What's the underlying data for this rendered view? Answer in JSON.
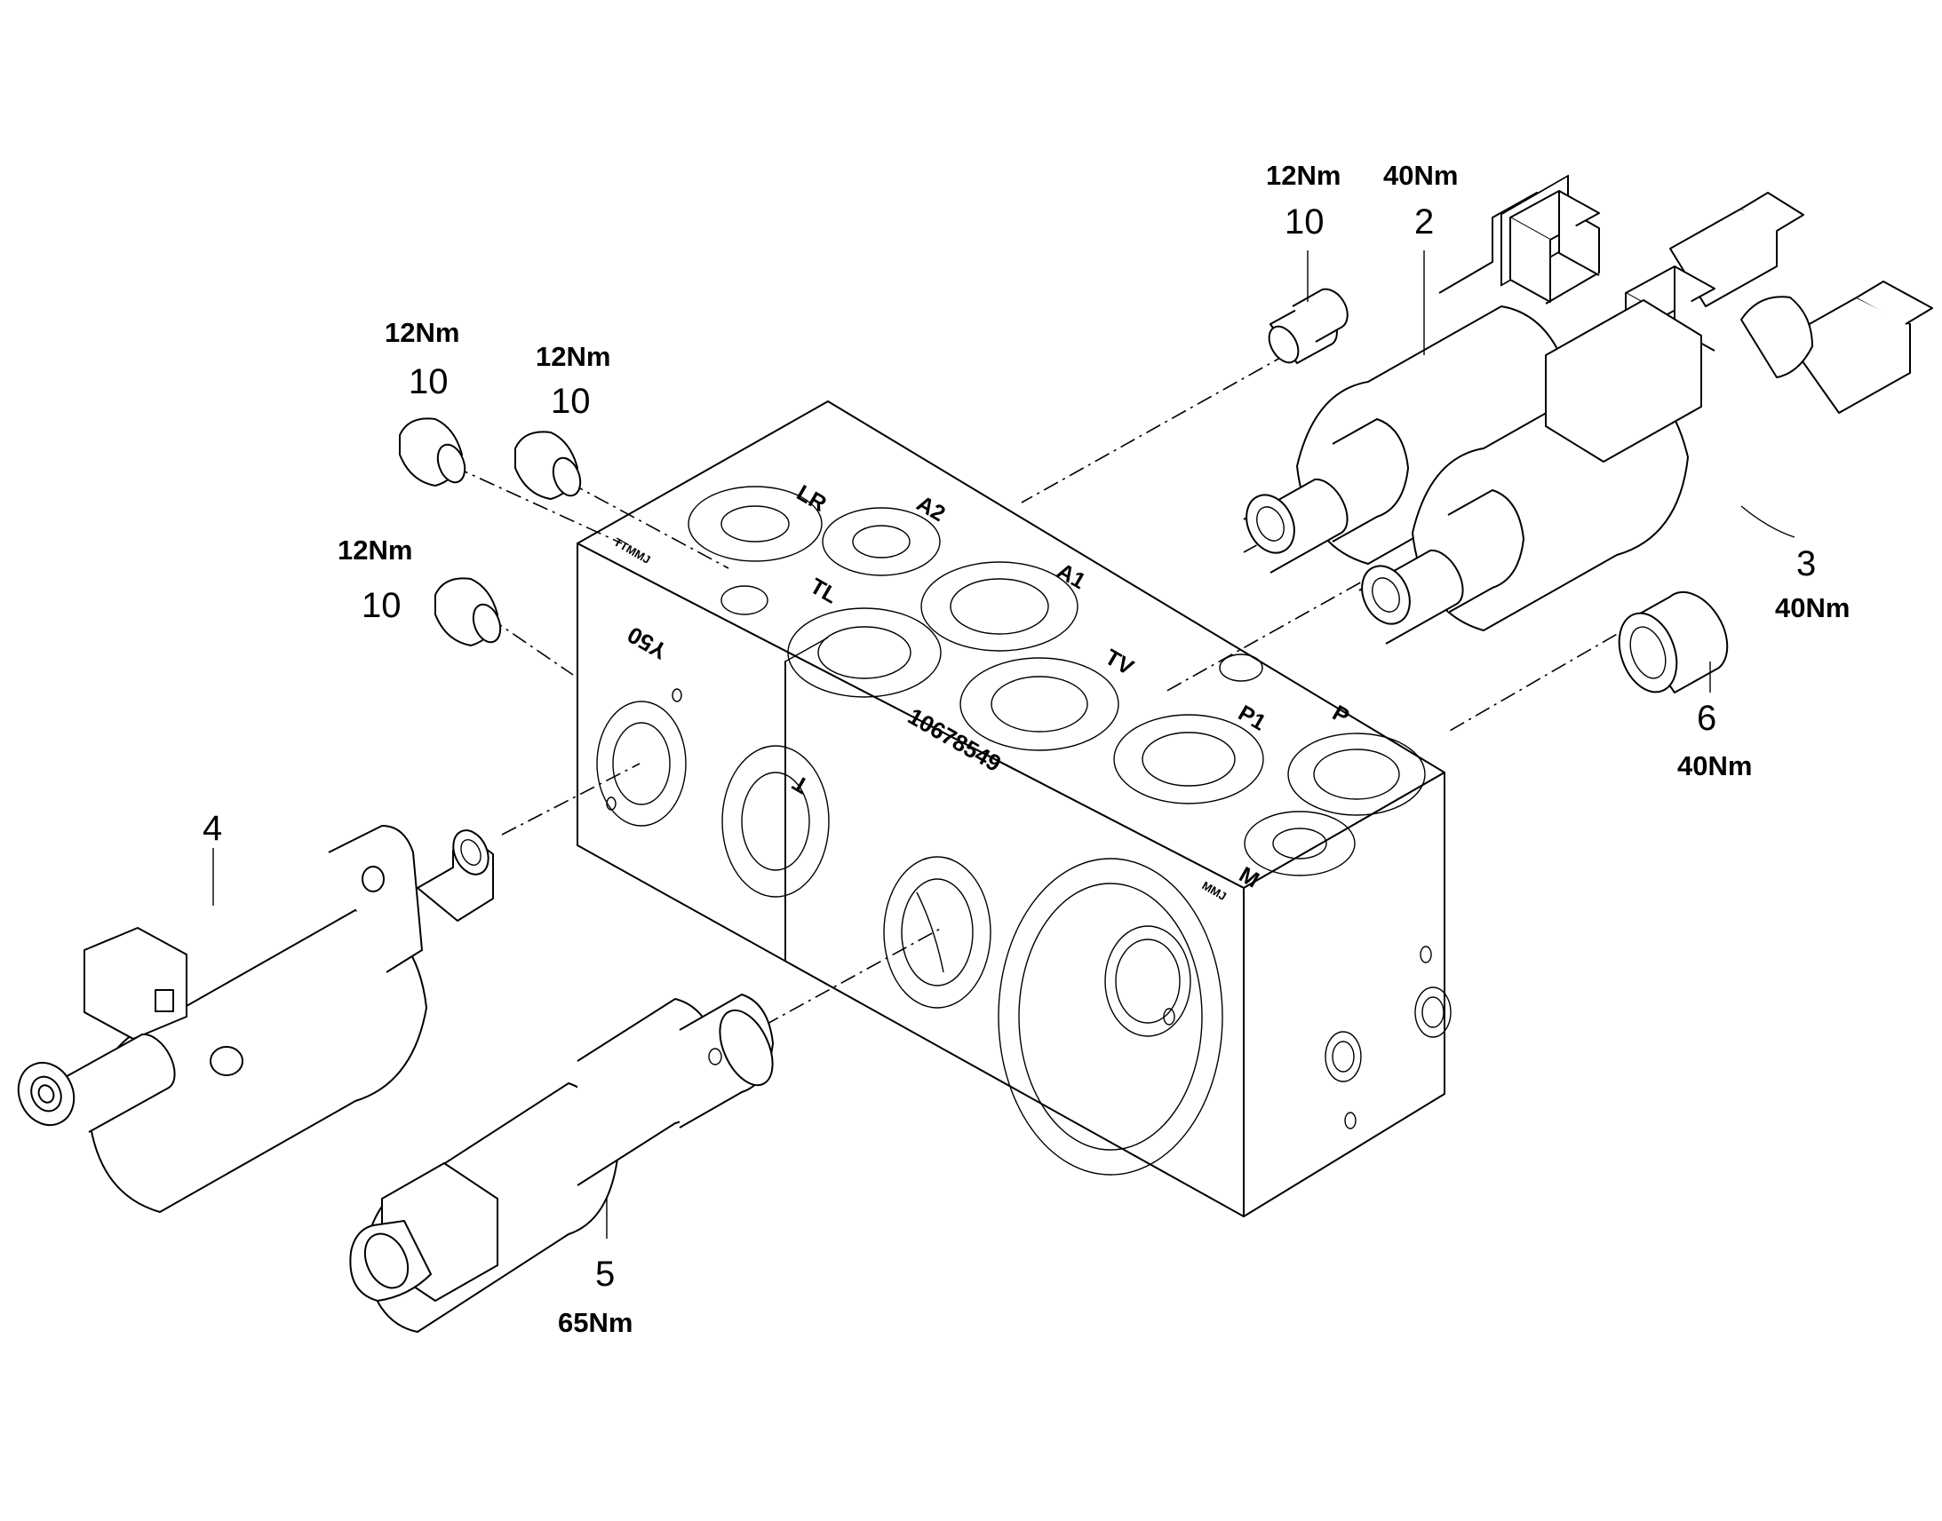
{
  "callouts": {
    "plug_top": {
      "number": "10",
      "torque": "12Nm"
    },
    "valve_2": {
      "number": "2",
      "torque": "40Nm"
    },
    "plug_left_1": {
      "number": "10",
      "torque": "12Nm"
    },
    "plug_left_2": {
      "number": "10",
      "torque": "12Nm"
    },
    "plug_left_3": {
      "number": "10",
      "torque": "12Nm"
    },
    "valve_3": {
      "number": "3",
      "torque": "40Nm"
    },
    "plug_6": {
      "number": "6",
      "torque": "40Nm"
    },
    "valve_4": {
      "number": "4"
    },
    "valve_5": {
      "number": "5",
      "torque": "65Nm"
    }
  },
  "block": {
    "ports": {
      "LR": "LR",
      "A2": "A2",
      "A1": "A1",
      "TL": "TL",
      "TV": "TV",
      "P1": "P1",
      "P": "P",
      "M": "M",
      "T": "T"
    },
    "part_number": "10678549",
    "y50_label": "Y50",
    "small_marks": {
      "left": "TTMMJ",
      "right": "MMJ"
    }
  },
  "icons": [
    "solenoid-valve-icon",
    "relief-valve-icon",
    "plug-icon",
    "connector-icon"
  ]
}
